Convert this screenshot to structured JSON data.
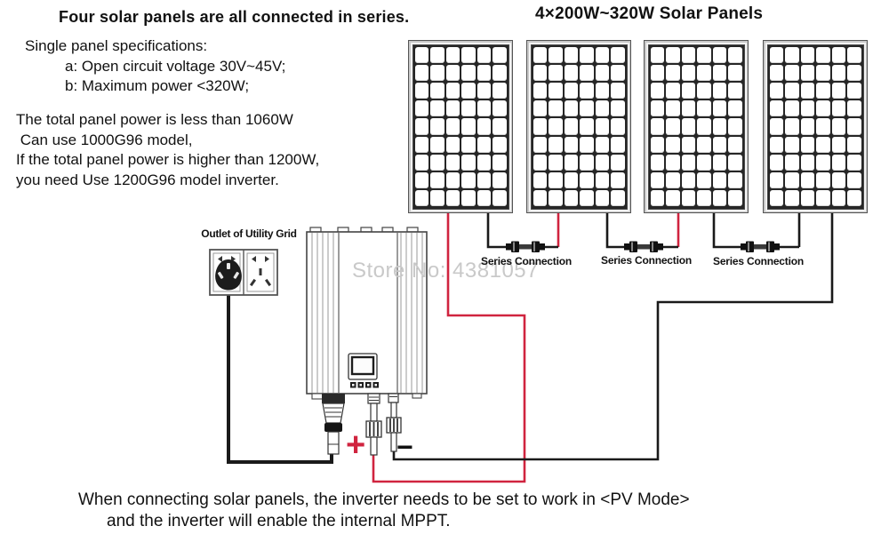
{
  "colors": {
    "wire_red": "#d0243f",
    "wire_black": "#1a1a1a",
    "watermark": "#c9c9c9",
    "panel_frame": "#c9c9c9"
  },
  "heading_left": "Four solar panels are all connected in series.",
  "heading_right": "4×200W~320W Solar Panels",
  "specs": {
    "intro": "Single panel specifications:",
    "items": [
      "a: Open circuit voltage 30V~45V;",
      "b: Maximum power <320W;"
    ]
  },
  "power_note": {
    "lines": [
      "The total panel power is less than 1060W",
      " Can use 1000G96 model,",
      "If the total panel power is higher than 1200W,",
      "you need Use 1200G96 model inverter."
    ]
  },
  "diagram": {
    "outlet_label": "Outlet of Utility Grid",
    "series_labels": [
      "Series Connection",
      "Series Connection",
      "Series Connection"
    ],
    "plus": "+",
    "minus": "−",
    "watermark": "Store No: 4381057",
    "panels": {
      "count": 4,
      "cols": 6,
      "rows": 9
    }
  },
  "footer": {
    "lines": [
      "When connecting solar panels, the inverter needs to be set to work in <PV Mode>",
      "and the inverter will enable the internal MPPT."
    ]
  }
}
